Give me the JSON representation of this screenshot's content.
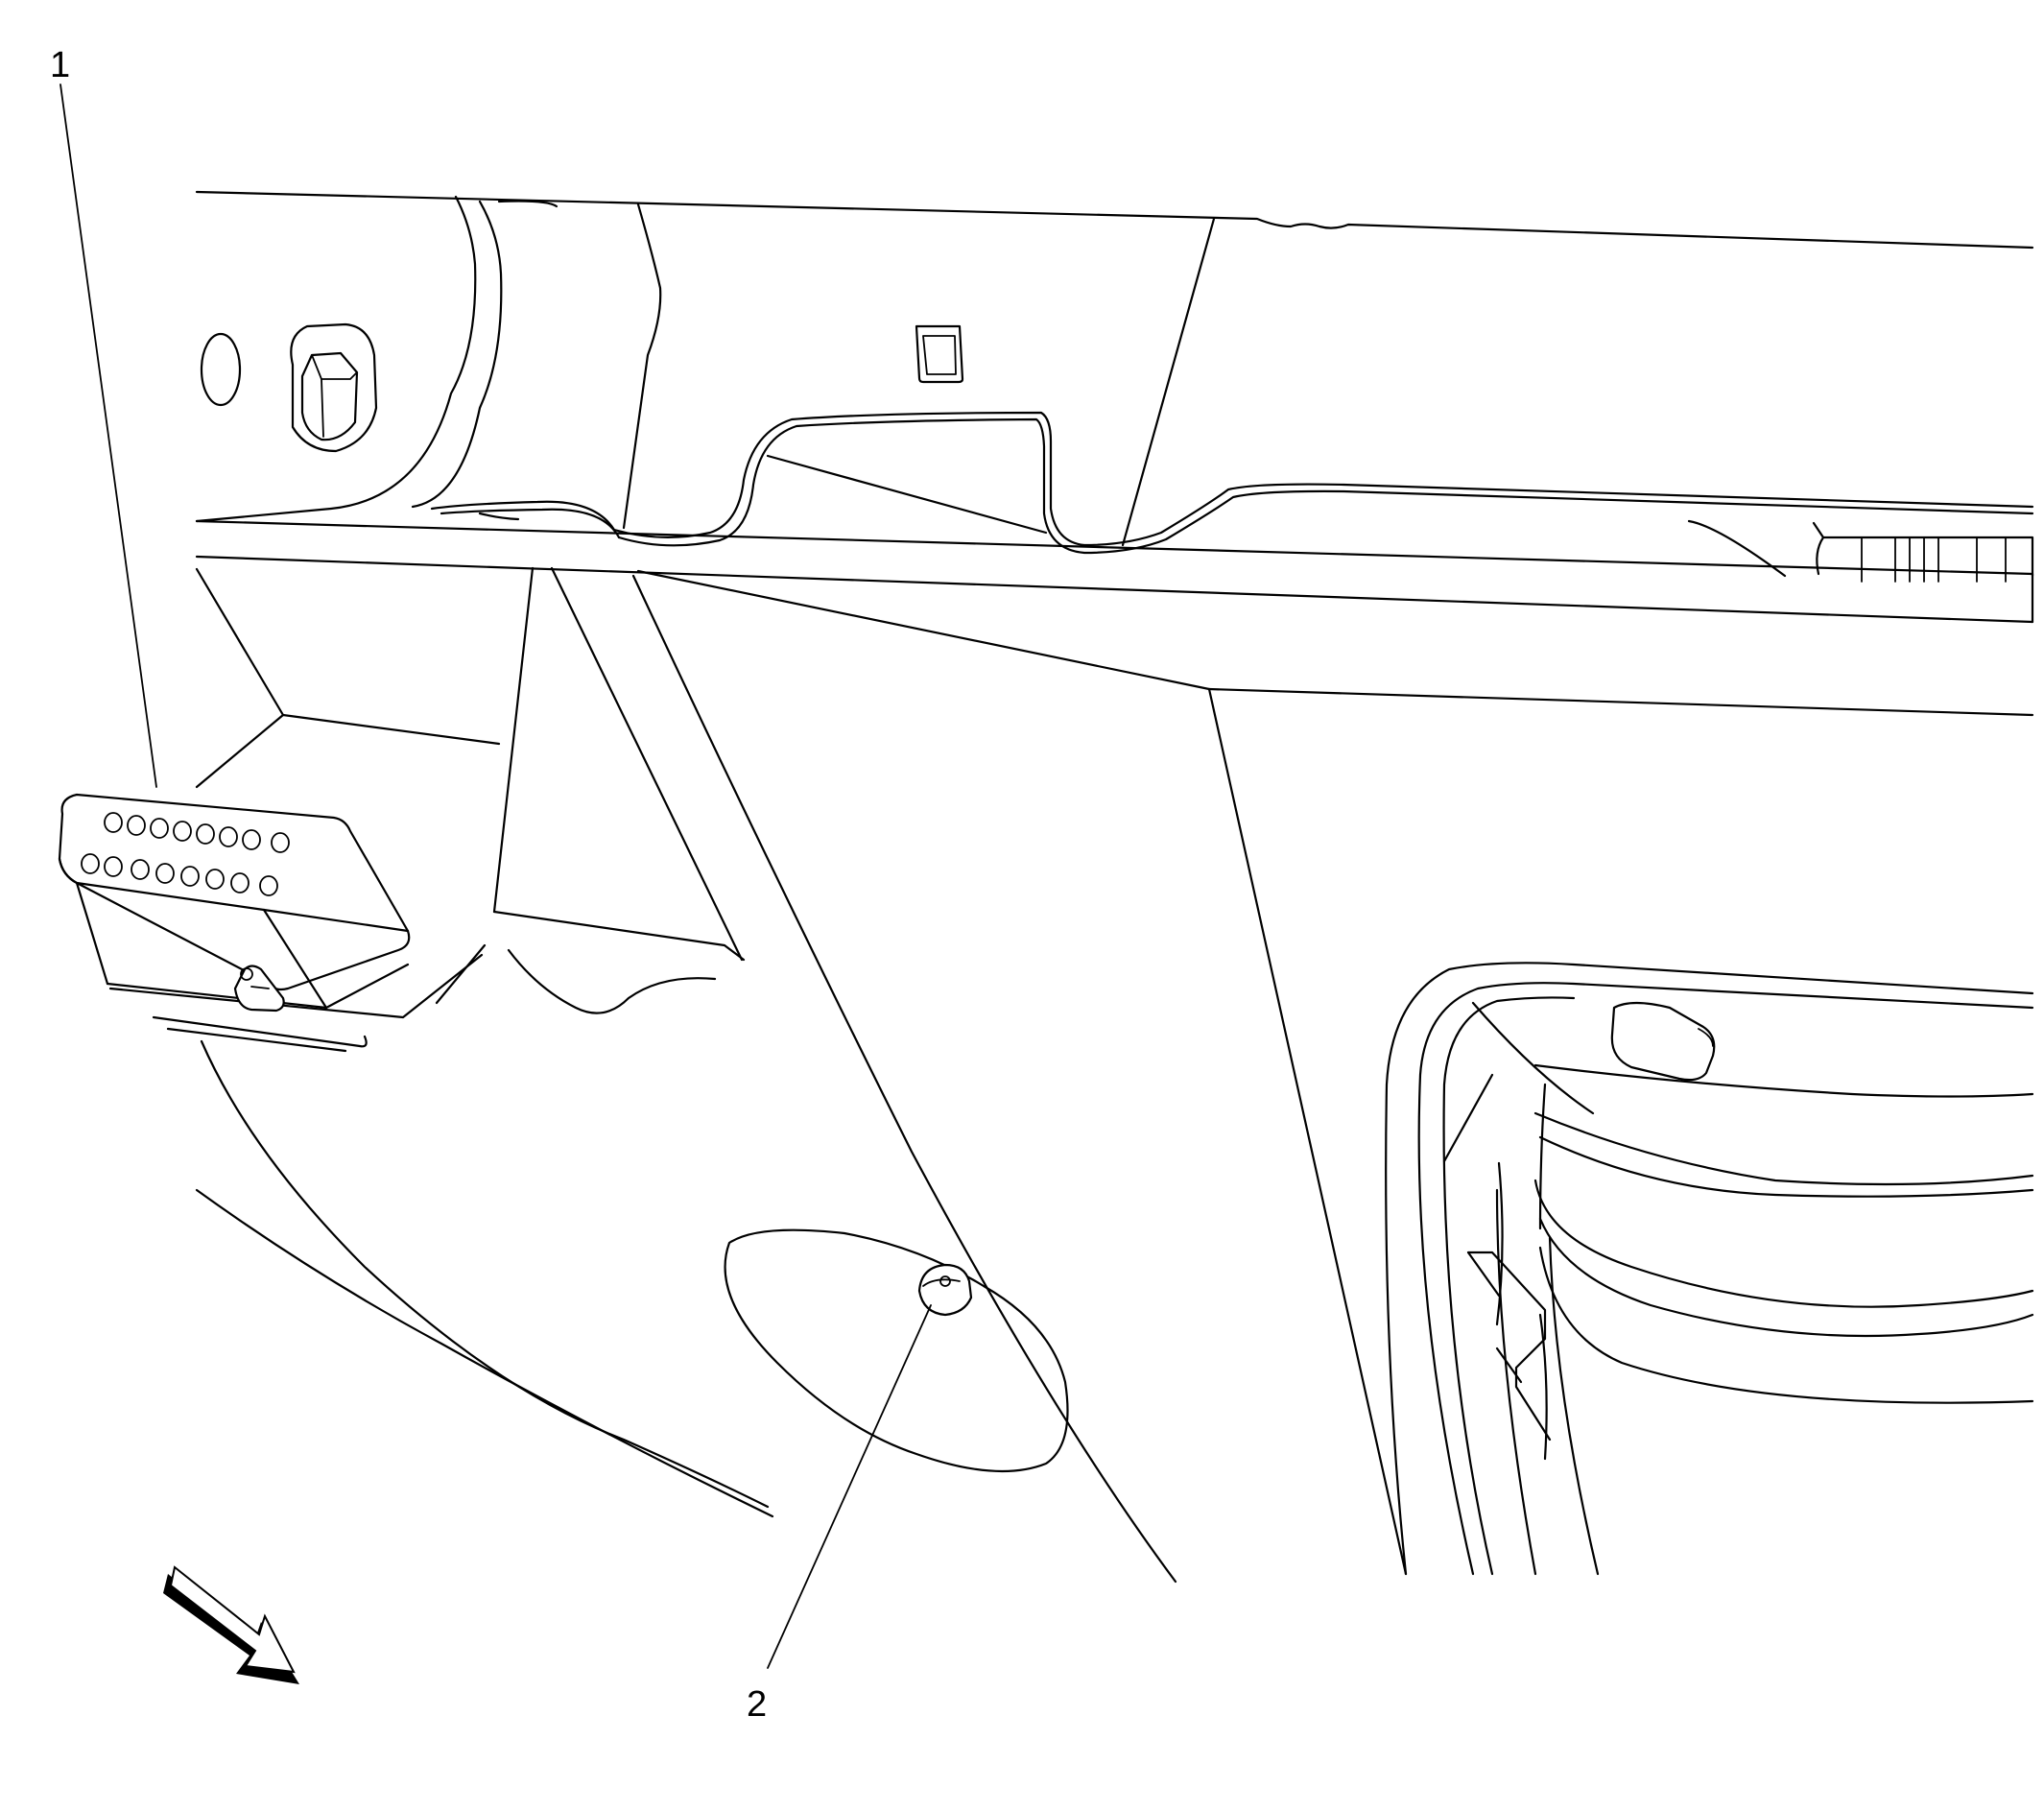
{
  "callouts": [
    {
      "id": "1",
      "label": "1"
    },
    {
      "id": "2",
      "label": "2"
    }
  ],
  "connector_pins": {
    "top_row": 8,
    "bottom_row": 8
  },
  "icons": {
    "direction_arrow": "forward-arrow-icon"
  }
}
